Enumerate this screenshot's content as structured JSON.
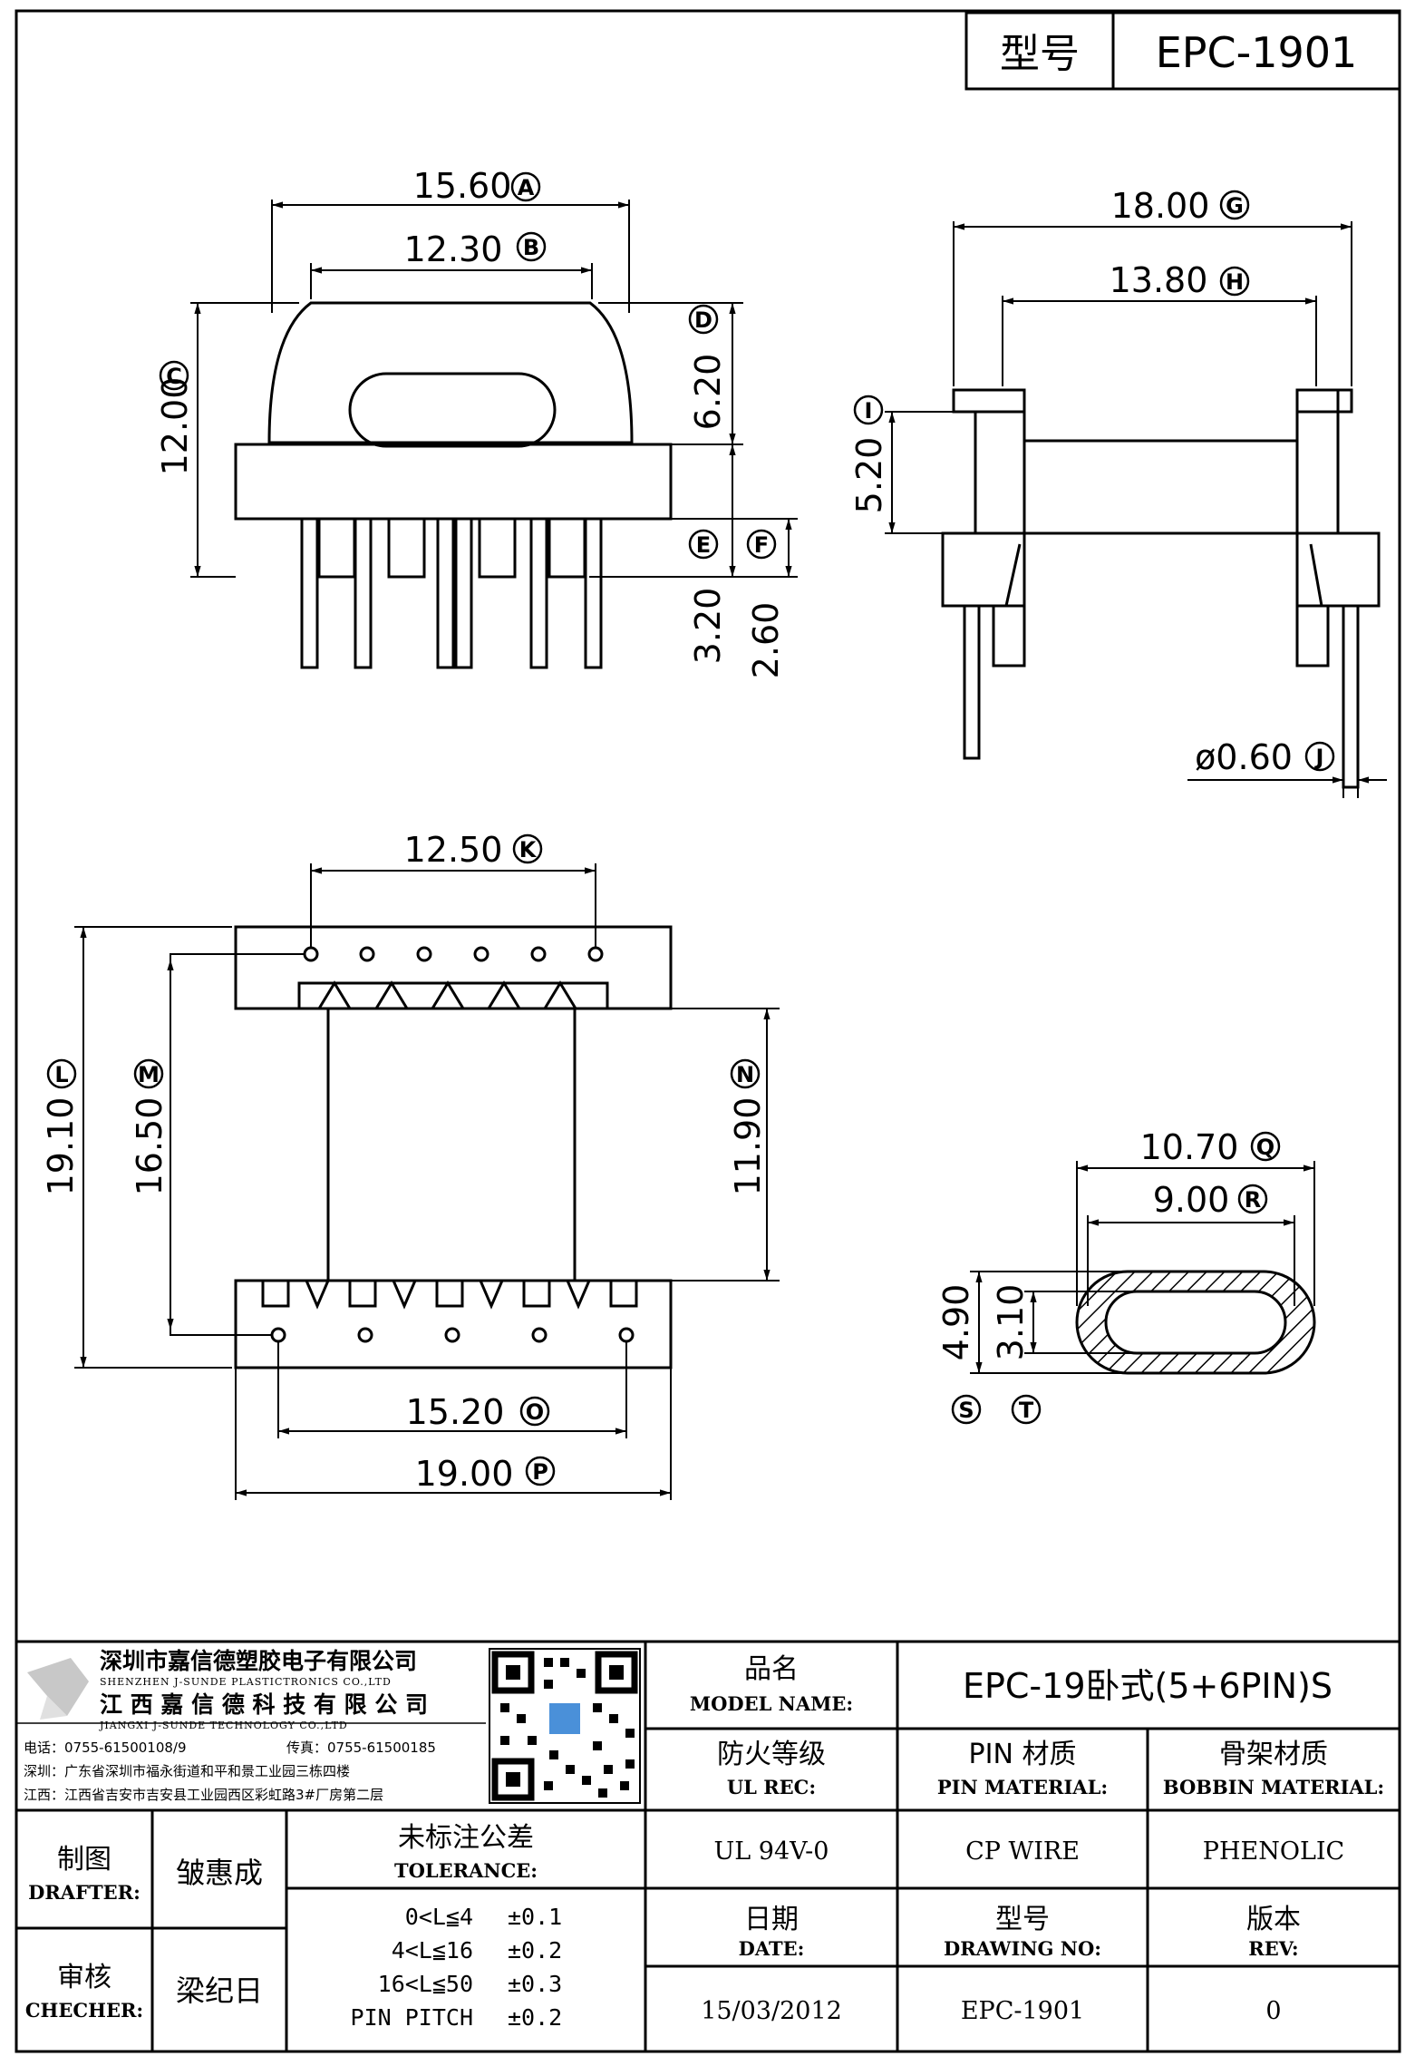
{
  "header": {
    "label": "型号",
    "value": "EPC-1901"
  },
  "dimensions": {
    "A": "15.60",
    "B": "12.30",
    "C": "12.00",
    "D": "6.20",
    "E": "3.20",
    "F": "2.60",
    "G": "18.00",
    "H": "13.80",
    "I": "5.20",
    "J": "ø0.60",
    "K": "12.50",
    "L": "19.10",
    "M": "16.50",
    "N": "11.90",
    "O": "15.20",
    "P": "19.00",
    "Q": "10.70",
    "R": "9.00",
    "S": "4.90",
    "T": "3.10"
  },
  "markers": {
    "A": "A",
    "B": "B",
    "C": "C",
    "D": "D",
    "E": "E",
    "F": "F",
    "G": "G",
    "H": "H",
    "I": "I",
    "J": "J",
    "K": "K",
    "L": "L",
    "M": "M",
    "N": "N",
    "O": "O",
    "P": "P",
    "Q": "Q",
    "R": "R",
    "S": "S",
    "T": "T"
  },
  "company": {
    "name_shenzhen": "深圳市嘉信德塑胶电子有限公司",
    "name_shenzhen_en": "SHENZHEN J-SUNDE PLASTICTRONICS CO.,LTD",
    "name_jiangxi": "江 西 嘉 信 德 科 技 有 限 公 司",
    "name_jiangxi_en": "JIANGXI J-SUNDE TECHNOLOGY CO.,LTD",
    "phone": "电话：0755-61500108/9",
    "fax": "传真：0755-61500185",
    "addr_sz": "深圳：广东省深圳市福永街道和平和景工业园三栋四楼",
    "addr_jx": "江西：江西省吉安市吉安县工业园西区彩虹路3#厂房第二层"
  },
  "title_block": {
    "model_name_cn": "品名",
    "model_name_en": "MODEL NAME:",
    "model_name_value": "EPC-19卧式(5+6PIN)S",
    "ul_cn": "防火等级",
    "ul_en": "UL REC:",
    "ul_value": "UL 94V-0",
    "pin_cn": "PIN 材质",
    "pin_en": "PIN MATERIAL:",
    "pin_value": "CP WIRE",
    "bobbin_cn": "骨架材质",
    "bobbin_en": "BOBBIN MATERIAL:",
    "bobbin_value": "PHENOLIC",
    "drafter_cn": "制图",
    "drafter_en": "DRAFTER:",
    "drafter_value": "皱惠成",
    "checker_cn": "审核",
    "checker_en": "CHECHER:",
    "checker_value": "梁纪日",
    "tolerance_cn": "未标注公差",
    "tolerance_en": "TOLERANCE:",
    "tolerance_rows": [
      {
        "range": "0<L≦4",
        "value": "±0.1"
      },
      {
        "range": "4<L≦16",
        "value": "±0.2"
      },
      {
        "range": "16<L≦50",
        "value": "±0.3"
      },
      {
        "range": "PIN PITCH",
        "value": "±0.2"
      }
    ],
    "date_cn": "日期",
    "date_en": "DATE:",
    "date_value": "15/03/2012",
    "drawing_cn": "型号",
    "drawing_en": "DRAWING NO:",
    "drawing_value": "EPC-1901",
    "rev_cn": "版本",
    "rev_en": "REV:",
    "rev_value": "0"
  }
}
